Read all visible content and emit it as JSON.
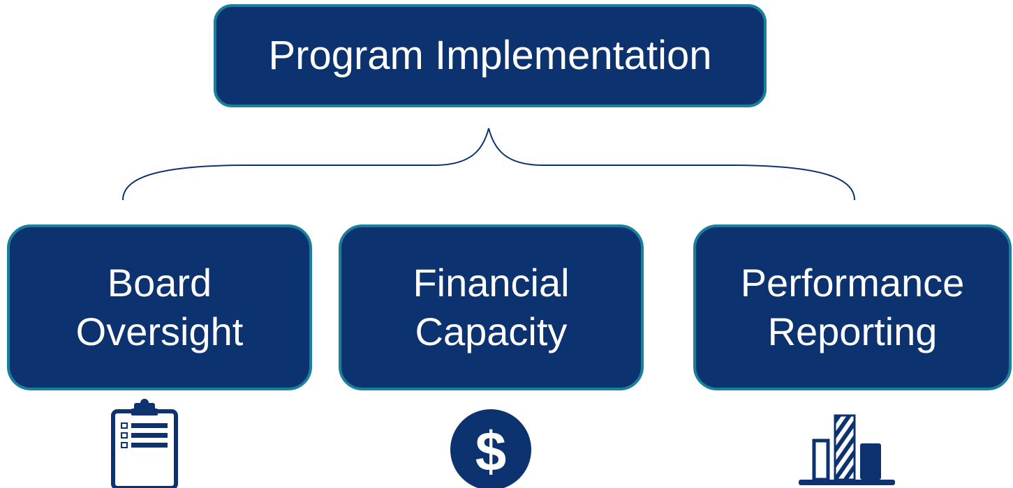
{
  "root": {
    "label": "Program Implementation"
  },
  "children": [
    {
      "line1": "Board",
      "line2": "Oversight",
      "icon": "clipboard-checklist-icon"
    },
    {
      "line1": "Financial",
      "line2": "Capacity",
      "icon": "dollar-coin-icon"
    },
    {
      "line1": "Performance",
      "line2": "Reporting",
      "icon": "bar-chart-icon"
    }
  ],
  "colors": {
    "box_fill": "#0d3270",
    "box_border": "#1a7f9a",
    "text": "#ffffff",
    "connector": "#0d3270"
  }
}
